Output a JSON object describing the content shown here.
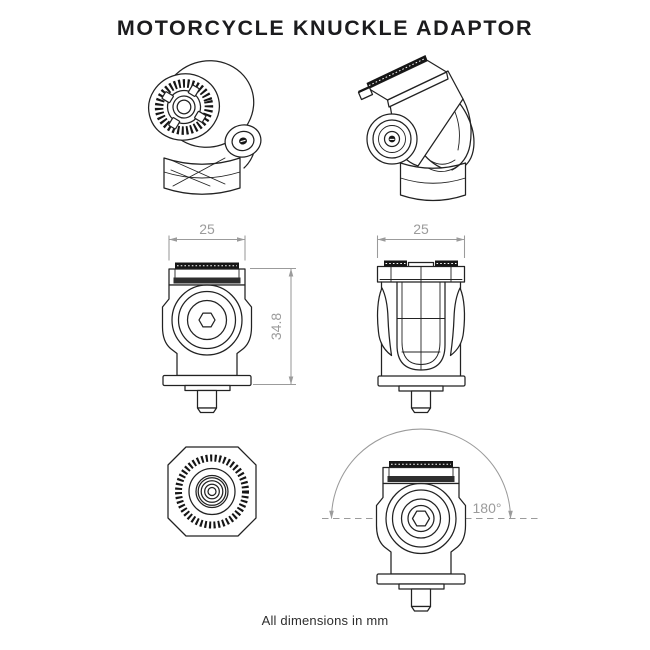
{
  "title": "MOTORCYCLE KNUCKLE ADAPTOR",
  "footer_note": "All dimensions in mm",
  "views": {
    "front": {
      "width_label": "25",
      "height_label": "34.8"
    },
    "side": {
      "width_label": "25"
    },
    "rotation": {
      "angle_label": "180°"
    }
  },
  "colors": {
    "line": "#222222",
    "fill_dark": "#161616",
    "dimension": "#9b9b9b",
    "background": "#ffffff",
    "title_text": "#1c1c1e"
  }
}
